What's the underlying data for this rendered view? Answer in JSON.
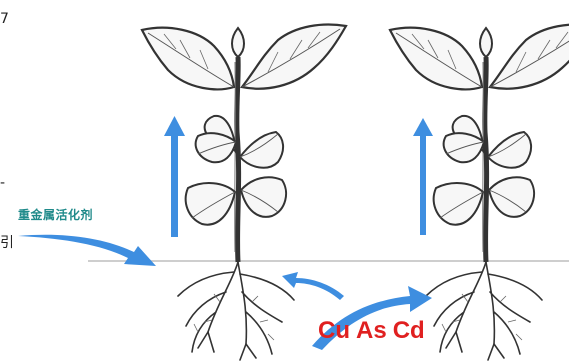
{
  "diagram": {
    "agent_label": "重金属活化剂",
    "metals": [
      "Cu",
      "As",
      "Cd"
    ],
    "edge_text": [
      "7",
      "-",
      "引"
    ]
  },
  "colors": {
    "arrow": "#3e8ee0",
    "agent_text": "#1f8a8a",
    "metal_text": "#e02020",
    "plant_line": "#333333",
    "ground": "#bdbdbd"
  }
}
